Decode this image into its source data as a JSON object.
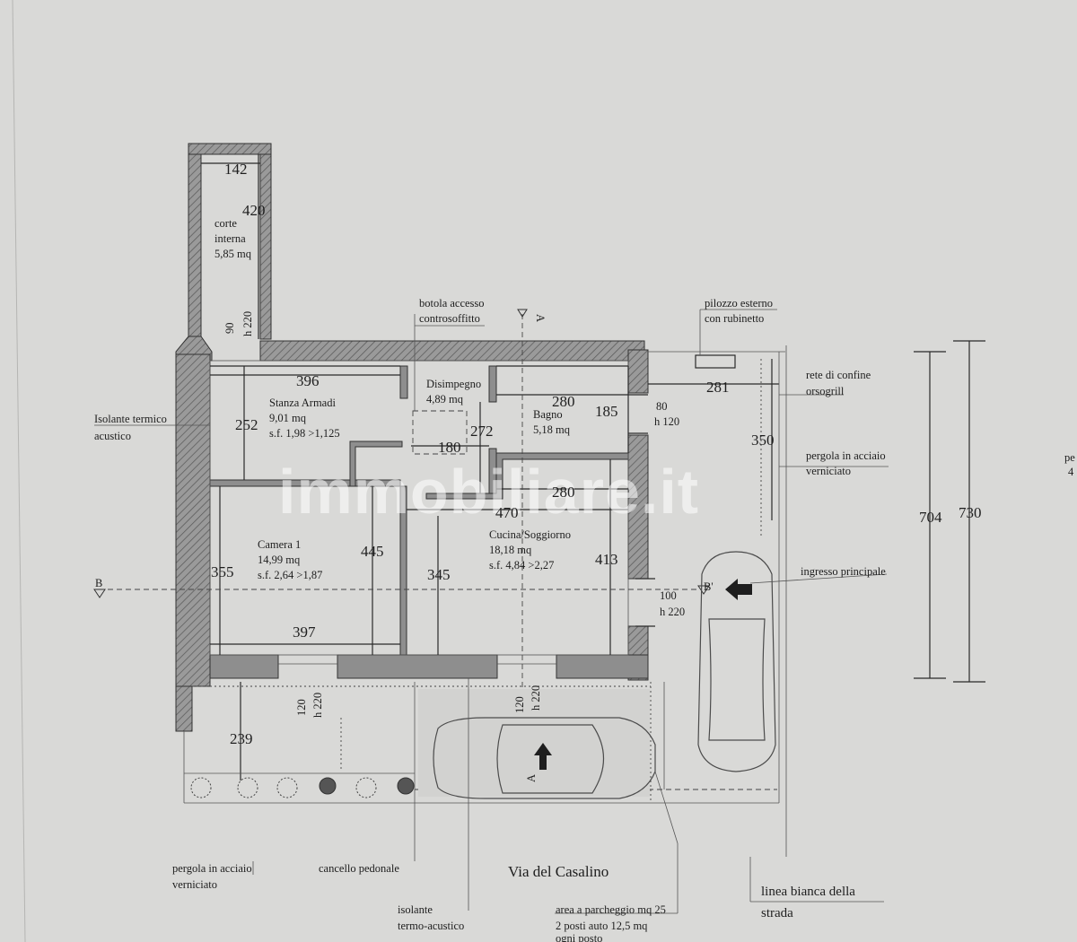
{
  "rooms": {
    "corte": {
      "l1": "corte",
      "l2": "interna",
      "l3": "5,85 mq"
    },
    "stanza": {
      "name": "Stanza Armadi",
      "area": "9,01 mq",
      "sf": "s.f. 1,98 >1,125"
    },
    "disimpegno": {
      "name": "Disimpegno",
      "area": "4,89 mq"
    },
    "bagno": {
      "name": "Bagno",
      "area": "5,18 mq"
    },
    "camera": {
      "name": "Camera 1",
      "area": "14,99 mq",
      "sf": "s.f. 2,64 >1,87"
    },
    "cucina": {
      "name": "Cucina/Soggiorno",
      "area": "18,18 mq",
      "sf": "s.f. 4,84 >2,27"
    }
  },
  "dims": {
    "d142": "142",
    "d420": "420",
    "d90": "90",
    "dh220a": "h 220",
    "d396": "396",
    "d252": "252",
    "d272": "272",
    "d180": "180",
    "d280a": "280",
    "d185": "185",
    "d80": "80",
    "dh120": "h 120",
    "d281": "281",
    "d350": "350",
    "d280b": "280",
    "d470": "470",
    "d355": "355",
    "d445": "445",
    "d345": "345",
    "d413": "413",
    "d397": "397",
    "d100": "100",
    "dh220b": "h 220",
    "d120a": "120",
    "dh220c": "h 220",
    "d120b": "120",
    "dh220d": "h 220",
    "d239": "239",
    "d704": "704",
    "d730": "730"
  },
  "notes": {
    "botola1": "botola accesso",
    "botola2": "controsoffitto",
    "pilozzo1": "pilozzo esterno",
    "pilozzo2": "con rubinetto",
    "rete1": "rete di confine",
    "rete2": "orsogrill",
    "pergola_r1": "pergola in acciaio",
    "pergola_r2": "verniciato",
    "isolante_t1": "Isolante termico",
    "isolante_t2": "acustico",
    "ingresso": "ingresso principale",
    "pergola_b1": "pergola  in acciaio",
    "pergola_b2": "verniciato",
    "cancello": "cancello pedonale",
    "via": "Via del Casalino",
    "isolante_b1": "isolante",
    "isolante_b2": "termo-acustico",
    "parcheggio1": "area a parcheggio mq 25",
    "parcheggio2": "2 posti auto 12,5 mq",
    "parcheggio3": "ogni posto",
    "linea1": "linea bianca della",
    "linea2": "strada",
    "edge1": "pe",
    "edge2": "4"
  },
  "sections": {
    "a_top": "A",
    "a_bot": "A",
    "b_left": "B",
    "b_right": "B'"
  },
  "watermark": "immobiliare.it"
}
